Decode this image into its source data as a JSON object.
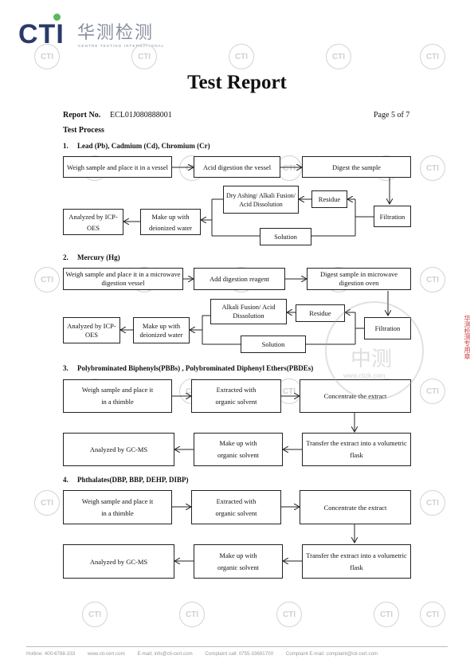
{
  "header": {
    "logo_text": "CTI",
    "logo_cn": "华测检测",
    "logo_en": "CENTRE TESTING INTERNATIONAL"
  },
  "watermark": {
    "text": "CTI"
  },
  "title": "Test Report",
  "report": {
    "label": "Report No.",
    "number": "ECL01J080888001",
    "page": "Page 5 of 7"
  },
  "test_process": "Test Process",
  "sections": [
    {
      "num": "1.",
      "title": "Lead (Pb), Cadmium (Cd), Chromium (Cr)",
      "boxes": [
        "Weigh sample and place it in a vessel",
        "Acid digestion the vessel",
        "Digest the sample",
        "Dry Ashing/ Alkali Fusion/ Acid Dissolution",
        "Residue",
        "Filtration",
        "Solution",
        "Make up with deionized water",
        "Analyzed by ICP-OES"
      ]
    },
    {
      "num": "2.",
      "title": "Mercury (Hg)",
      "boxes": [
        "Weigh sample and place it in a microwave digestion vessel",
        "Add digestion reagent",
        "Digest sample in microwave digestion oven",
        "Alkali Fusion/ Acid Dissolution",
        "Residue",
        "Filtration",
        "Solution",
        "Make up with deionized water",
        "Analyzed by ICP-OES"
      ]
    },
    {
      "num": "3.",
      "title": "Polybrominated Biphenyls(PBBs) , Polybrominated Diphenyl Ethers(PBDEs)",
      "boxes": [
        "Weigh sample and place it in a thimble",
        "Extracted with organic solvent",
        "Concentrate the extract",
        "Analyzed by GC-MS",
        "Make up with organic solvent",
        "Transfer the extract into a volumetric flask"
      ]
    },
    {
      "num": "4.",
      "title": "Phthalates(DBP, BBP, DEHP, DIBP)",
      "boxes": [
        "Weigh sample and place it in a thimble",
        "Extracted with organic solvent",
        "Concentrate the extract",
        "Analyzed by GC-MS",
        "Make up with organic solvent",
        "Transfer the extract into a volumetric flask"
      ]
    }
  ],
  "stamp": {
    "cn": "中测",
    "url": "www.ctizk.com"
  },
  "seal": {
    "text": "华测检测专用章"
  },
  "footer": [
    "Hotline: 400-6788-333",
    "www.cti-cert.com",
    "E-mail: info@cti-cert.com",
    "Complaint call: 0755-33681700",
    "Complaint E-mail: complaint@cti-cert.com"
  ]
}
